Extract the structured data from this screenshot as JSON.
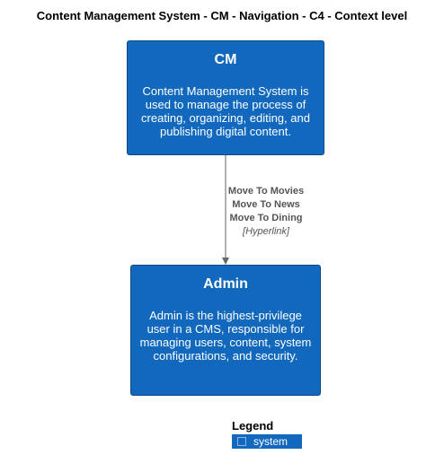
{
  "title": "Content Management System - CM - Navigation - C4 - Context level",
  "nodes": {
    "cm": {
      "name": "CM",
      "description": "Content Management System is used to manage the process of creating, organizing, editing, and publishing digital content."
    },
    "admin": {
      "name": "Admin",
      "description": "Admin is the highest-privilege user in a CMS, responsible for managing users, content, system configurations, and security."
    }
  },
  "edge": {
    "labels": [
      "Move To Movies",
      "Move To News",
      "Move To Dining"
    ],
    "technology": "[Hyperlink]"
  },
  "legend": {
    "title": "Legend",
    "items": [
      {
        "label": "system",
        "color": "#1168bd"
      }
    ]
  },
  "colors": {
    "node_fill": "#1168bd",
    "node_border": "#0b4884",
    "edge": "#666666"
  }
}
